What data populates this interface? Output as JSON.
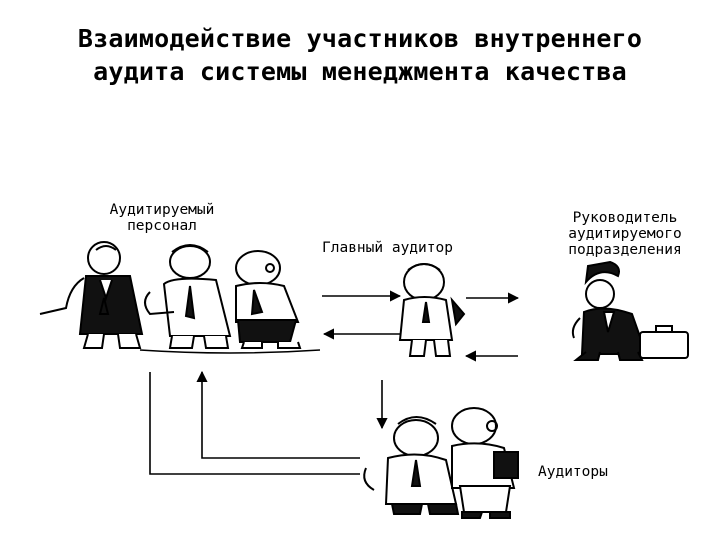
{
  "diagram": {
    "title_line1": "Взаимодействие участников внутреннего",
    "title_line2": "аудита системы менеджмента качества",
    "nodes": {
      "audited_personnel_line1": "Аудитируемый",
      "audited_personnel_line2": "персонал",
      "lead_auditor": "Главный аудитор",
      "unit_head_line1": "Руководитель",
      "unit_head_line2": "аудитируемого",
      "unit_head_line3": "подразделения",
      "auditors": "Аудиторы"
    }
  }
}
